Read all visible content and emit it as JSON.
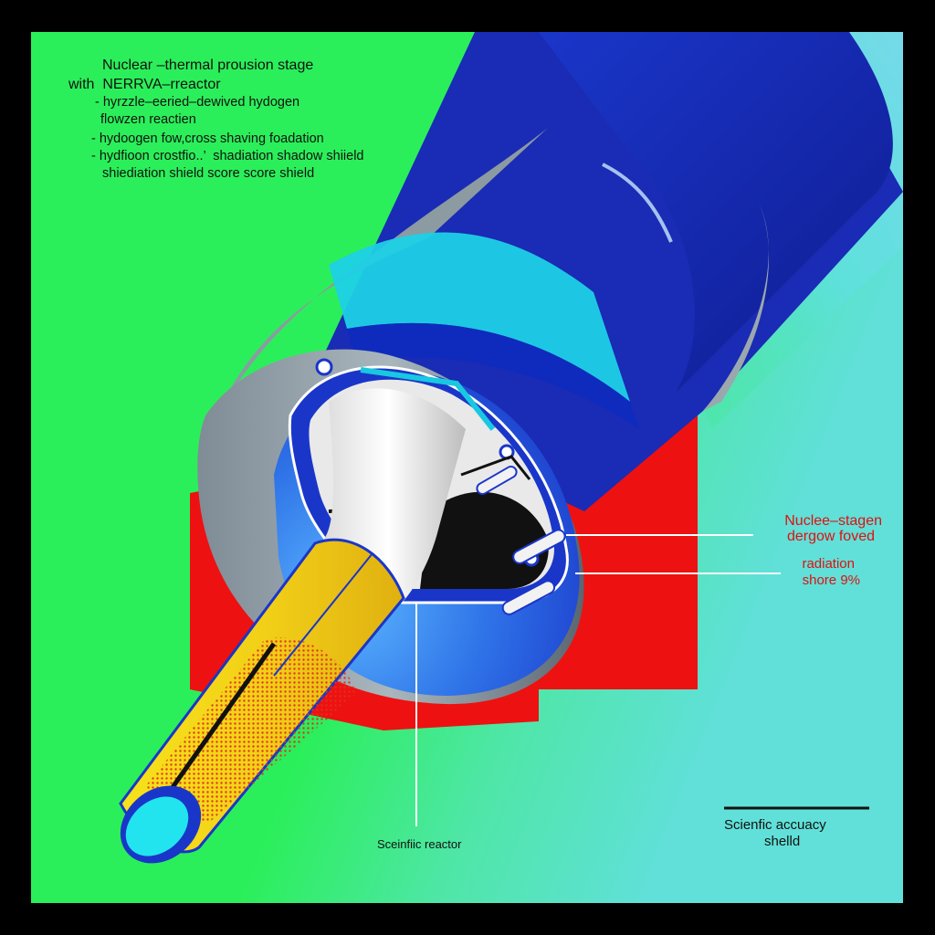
{
  "title": {
    "line1": "Nuclear –thermal prousion stage",
    "line2": "with  NERRVA–rreactor"
  },
  "bullets": [
    "- hyrzzle–eeried–dewived hydogen",
    "flowzen reactien",
    "- hydoogen fow,cross shaving foadation",
    "- hydfioon crostfio..’  shadiation shadow shiield",
    "shiediation shield score score shield"
  ],
  "callouts": {
    "c1_line1": "Nuclee–stagen",
    "c1_line2": "dergow foved",
    "c2_line1": "radiation",
    "c2_line2": "shore 9%"
  },
  "reactor_label": "Sceinfiic reactor",
  "accuracy": {
    "line1": "Scienfic accuacy",
    "line2": "shelld"
  },
  "colors": {
    "background": "#2bef5a",
    "frame": "#000000",
    "cylinder": "#1730b8",
    "shield": "#ee1111",
    "nozzle": "#f2ea18",
    "label_red": "#e01010"
  }
}
